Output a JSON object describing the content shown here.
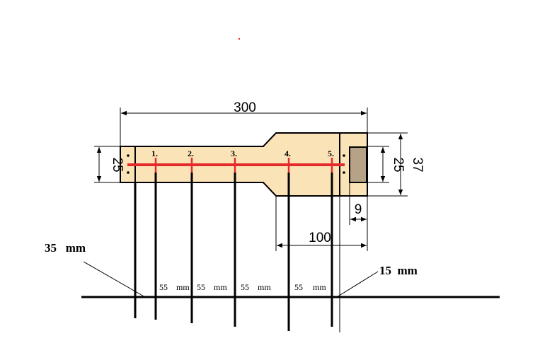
{
  "dimensions": {
    "total_length": "300",
    "left_width": "25",
    "right_inner_width": "25",
    "right_width": "37",
    "slot_width": "9",
    "wide_length": "100"
  },
  "points": [
    "1.",
    "2.",
    "3.",
    "4.",
    "5."
  ],
  "spacings": [
    {
      "value": "55",
      "unit": "mm"
    },
    {
      "value": "55",
      "unit": "mm"
    },
    {
      "value": "55",
      "unit": "mm"
    },
    {
      "value": "55",
      "unit": "mm"
    }
  ],
  "callouts": {
    "left": "35   mm",
    "right": "15  mm"
  },
  "colors": {
    "specimen_fill": "#fbe3b8",
    "insert_fill": "#b6a387",
    "measure_line": "#e32b2b",
    "stray_mark": "#ff2020"
  }
}
